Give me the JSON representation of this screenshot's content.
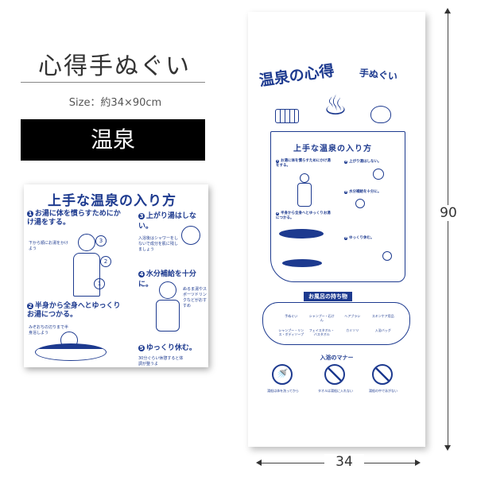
{
  "product": {
    "title": "心得手ぬぐい",
    "size": "Size：約34×90cm",
    "label": "温泉"
  },
  "towel": {
    "heading": "温泉の心得",
    "heading_sub": "手ぬぐい",
    "guide_title": "上手な温泉の入り方",
    "steps": [
      {
        "num": "1",
        "text": "お湯に体を慣らすためにかけ湯をする。",
        "note": "下から順にお湯をかけよう"
      },
      {
        "num": "2",
        "text": "半身から全身へとゆっくりお湯につかる。",
        "note": "みぞおちの辺りまで半身浴しよう"
      },
      {
        "num": "3",
        "text": "上がり湯はしない。",
        "note": "入浴後はシャワーをしないで成分を肌に残しましょう"
      },
      {
        "num": "4",
        "text": "水分補給を十分に。",
        "note": "ぬるま湯やスポーツドリンクなどがおすすめ"
      },
      {
        "num": "5",
        "text": "ゆっくり休む。",
        "note": "30分ぐらい休憩すると体調が整うよ"
      }
    ],
    "bubble_labels": [
      "3",
      "2",
      "1"
    ],
    "belongings_title": "お風呂の持ち物",
    "belongings": [
      "手ぬぐい",
      "シャンプー・石けん",
      "ヘアブラシ",
      "スキンケア用品",
      "シャンプー・リンス・ボディソープ",
      "フェイスタオル・バスタオル",
      "カミソリ",
      "入浴バッグ"
    ],
    "manners_title": "入浴のマナー",
    "manners": [
      "湯船は体を洗ってから",
      "タオルは湯船に入れない",
      "湯船の中で泳がない"
    ]
  },
  "dimensions": {
    "width": "34",
    "height": "90"
  },
  "colors": {
    "print_blue": "#1d3a8f",
    "badge_bg": "#000000"
  }
}
